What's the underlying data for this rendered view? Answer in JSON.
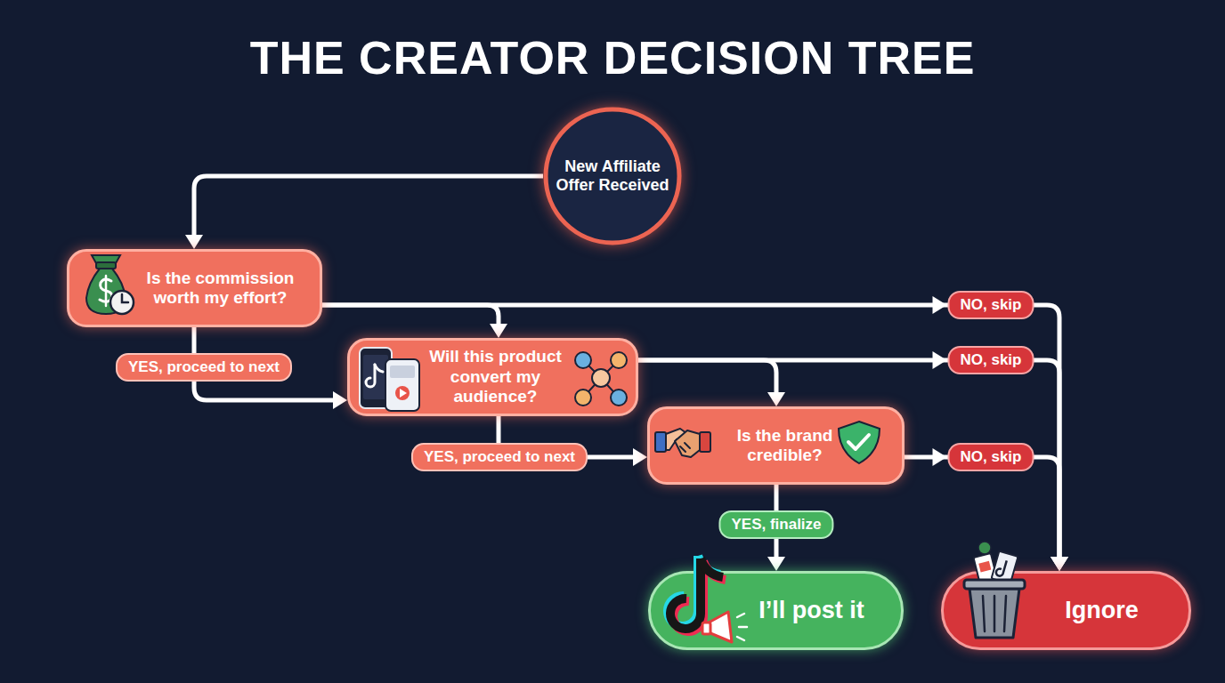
{
  "diagram": {
    "title": "THE CREATOR DECISION TREE",
    "nodes": [
      {
        "text": [
          "New Affiliate Offer Received"
        ]
      },
      {
        "text": [
          "Is the commission worth my effort?"
        ]
      },
      {
        "text": [
          "Will this product convert my audience?"
        ]
      },
      {
        "text": [
          "Is the brand credible?"
        ]
      },
      {
        "text": [
          "I’ll post it"
        ]
      },
      {
        "text": [
          "Ignore"
        ]
      }
    ],
    "edges": [
      {
        "from": 0,
        "to": 1,
        "arrow": "to"
      },
      {
        "from": 1,
        "to": 2,
        "label": "YES, proceed to next",
        "arrow": "to"
      },
      {
        "from": 1,
        "to": 5,
        "label": "NO, skip",
        "arrow": "to"
      },
      {
        "from": 1,
        "to": 2,
        "arrow": "to"
      },
      {
        "from": 2,
        "to": 3,
        "label": "YES, proceed to next",
        "arrow": "to"
      },
      {
        "from": 2,
        "to": 5,
        "label": "NO, skip",
        "arrow": "to"
      },
      {
        "from": 2,
        "to": 3,
        "arrow": "to"
      },
      {
        "from": 3,
        "to": 4,
        "label": "YES, finalize",
        "arrow": "to"
      },
      {
        "from": 3,
        "to": 5,
        "label": "NO, skip",
        "arrow": "to"
      }
    ]
  }
}
